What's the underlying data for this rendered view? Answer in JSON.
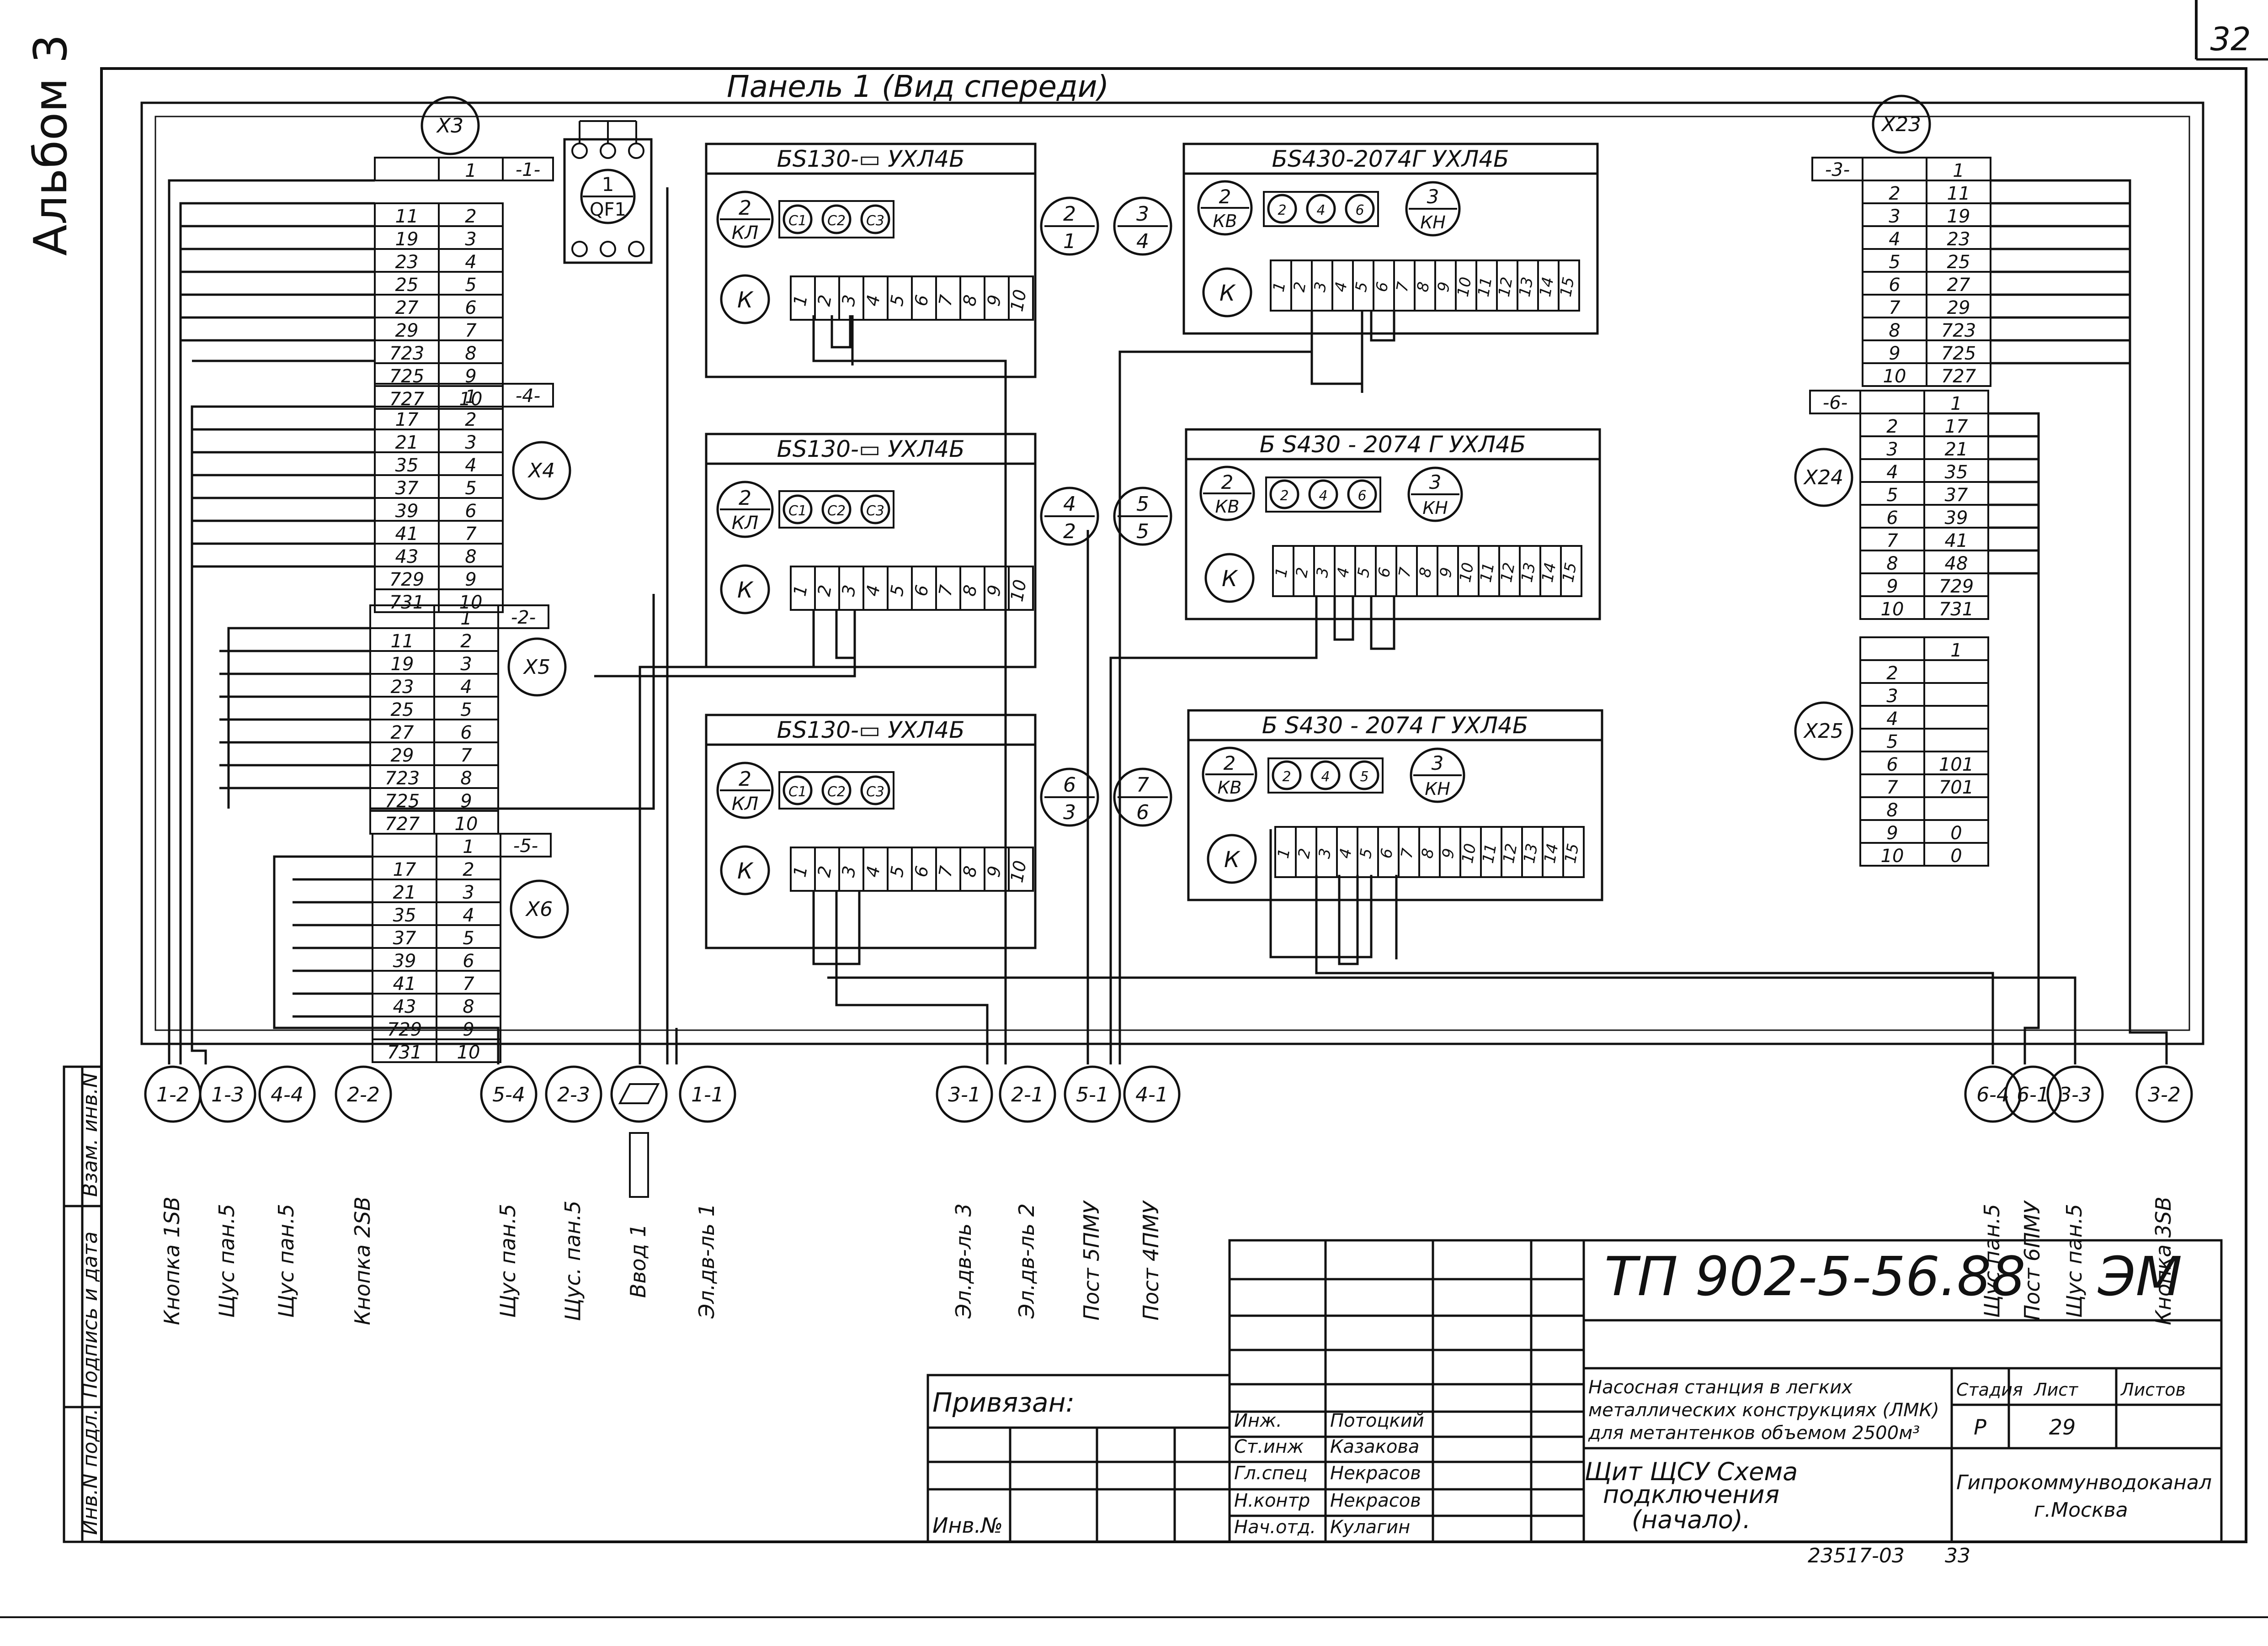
{
  "sheet_number": "32",
  "album_label": "Альбом 3",
  "panel_title": "Панель 1 (Вид спереди)",
  "side_labels": [
    "Инв.N подл.",
    "Подпись и дата",
    "Взам. инв.N"
  ],
  "qf1": {
    "number": "1",
    "label": "QF1"
  },
  "connectors_top_left": [
    {
      "id": "X3"
    }
  ],
  "terminal_blocks": [
    {
      "id": "tb1",
      "header": "-1-",
      "rows": [
        [
          "",
          ""
        ],
        [
          "11",
          "2"
        ],
        [
          "19",
          "3"
        ],
        [
          "23",
          "4"
        ],
        [
          "25",
          "5"
        ],
        [
          "27",
          "6"
        ],
        [
          "29",
          "7"
        ],
        [
          "723",
          "8"
        ],
        [
          "725",
          "9"
        ],
        [
          "727",
          "10"
        ]
      ],
      "connector": "X3",
      "header_first": "1"
    },
    {
      "id": "tb4",
      "header": "-4-",
      "header_first": "1",
      "rows": [
        [
          "17",
          "2"
        ],
        [
          "21",
          "3"
        ],
        [
          "35",
          "4"
        ],
        [
          "37",
          "5"
        ],
        [
          "39",
          "6"
        ],
        [
          "41",
          "7"
        ],
        [
          "43",
          "8"
        ],
        [
          "729",
          "9"
        ],
        [
          "731",
          "10"
        ]
      ],
      "connector": "X4"
    },
    {
      "id": "tb2",
      "header": "-2-",
      "header_first": "1",
      "rows": [
        [
          "11",
          "2"
        ],
        [
          "19",
          "3"
        ],
        [
          "23",
          "4"
        ],
        [
          "25",
          "5"
        ],
        [
          "27",
          "6"
        ],
        [
          "29",
          "7"
        ],
        [
          "723",
          "8"
        ],
        [
          "725",
          "9"
        ],
        [
          "727",
          "10"
        ]
      ],
      "connector": "X5"
    },
    {
      "id": "tb5",
      "header": "-5-",
      "header_first": "1",
      "rows": [
        [
          "17",
          "2"
        ],
        [
          "21",
          "3"
        ],
        [
          "35",
          "4"
        ],
        [
          "37",
          "5"
        ],
        [
          "39",
          "6"
        ],
        [
          "41",
          "7"
        ],
        [
          "43",
          "8"
        ],
        [
          "729",
          "9"
        ],
        [
          "731",
          "10"
        ]
      ],
      "connector": "X6"
    },
    {
      "id": "tb3",
      "header": "-3-",
      "header_first": "1",
      "rows": [
        [
          "2",
          "11"
        ],
        [
          "3",
          "19"
        ],
        [
          "4",
          "23"
        ],
        [
          "5",
          "25"
        ],
        [
          "6",
          "27"
        ],
        [
          "7",
          "29"
        ],
        [
          "8",
          "723"
        ],
        [
          "9",
          "725"
        ],
        [
          "10",
          "727"
        ]
      ],
      "connector": "X23"
    },
    {
      "id": "tb6",
      "header": "-6-",
      "header_first": "1",
      "rows": [
        [
          "2",
          "17"
        ],
        [
          "3",
          "21"
        ],
        [
          "4",
          "35"
        ],
        [
          "5",
          "37"
        ],
        [
          "6",
          "39"
        ],
        [
          "7",
          "41"
        ],
        [
          "8",
          "48"
        ],
        [
          "9",
          "729"
        ],
        [
          "10",
          "731"
        ]
      ],
      "connector": "X24"
    },
    {
      "id": "tb7",
      "header": "",
      "header_first": "1",
      "rows": [
        [
          "2",
          ""
        ],
        [
          "3",
          ""
        ],
        [
          "4",
          ""
        ],
        [
          "5",
          ""
        ],
        [
          "6",
          "101"
        ],
        [
          "7",
          "701"
        ],
        [
          "8",
          ""
        ],
        [
          "9",
          "0"
        ],
        [
          "10",
          "0"
        ]
      ],
      "connector": "X25"
    }
  ],
  "relay_modules": [
    {
      "title": "БS130-▭ УХЛ4Б",
      "coil": "2 / КЛ",
      "contacts": [
        "С1",
        "С2",
        "С3"
      ],
      "k": "К",
      "pins": [
        "1",
        "2",
        "3",
        "4",
        "5",
        "6",
        "7",
        "8",
        "9",
        "10"
      ],
      "side_circles": [
        [
          "2",
          "1"
        ],
        [
          "3",
          "4"
        ]
      ]
    },
    {
      "title": "БS130-▭ УХЛ4Б",
      "coil": "2 / КЛ",
      "contacts": [
        "С1",
        "С2",
        "С3"
      ],
      "k": "К",
      "pins": [
        "1",
        "2",
        "3",
        "4",
        "5",
        "6",
        "7",
        "8",
        "9",
        "10"
      ],
      "side_circles": [
        [
          "4",
          "2"
        ],
        [
          "5",
          "5"
        ]
      ]
    },
    {
      "title": "БS130-▭ УХЛ4Б",
      "coil": "2 / КЛ",
      "contacts": [
        "С1",
        "С2",
        "С3"
      ],
      "k": "К",
      "pins": [
        "1",
        "2",
        "3",
        "4",
        "5",
        "6",
        "7",
        "8",
        "9",
        "10"
      ],
      "side_circles": [
        [
          "6",
          "3"
        ],
        [
          "7",
          "6"
        ]
      ]
    }
  ],
  "contactor_modules": [
    {
      "title": "БS430-2074Г УХЛ4Б",
      "coil": "2 / КВ",
      "contacts": [
        "2",
        "4",
        "6"
      ],
      "kn": "3 / КН",
      "k": "К",
      "pins": [
        "1",
        "2",
        "3",
        "4",
        "5",
        "6",
        "7",
        "8",
        "9",
        "10",
        "11",
        "12",
        "13",
        "14",
        "15"
      ]
    },
    {
      "title": "Б S430 - 2074 Г УХЛ4Б",
      "coil": "2 / КВ",
      "contacts": [
        "2",
        "4",
        "6"
      ],
      "kn": "3 / КН",
      "k": "К",
      "pins": [
        "1",
        "2",
        "3",
        "4",
        "5",
        "6",
        "7",
        "8",
        "9",
        "10",
        "11",
        "12",
        "13",
        "14",
        "15"
      ]
    },
    {
      "title": "Б S430 - 2074 Г УХЛ4Б",
      "coil": "2 / КВ",
      "contacts": [
        "2",
        "4",
        "5"
      ],
      "kn": "3 / КН",
      "k": "К",
      "pins": [
        "1",
        "2",
        "3",
        "4",
        "5",
        "6",
        "7",
        "8",
        "9",
        "10",
        "11",
        "12",
        "13",
        "14",
        "15"
      ]
    }
  ],
  "bottom_terminals": [
    {
      "id": "1-2",
      "label": "Кнопка 1SB"
    },
    {
      "id": "1-3",
      "label": "Щус пан.5"
    },
    {
      "id": "4-4",
      "label": "Щус пан.5"
    },
    {
      "id": "2-2",
      "label": "Кнопка 2SB"
    },
    {
      "id": "5-4",
      "label": "Щус пан.5"
    },
    {
      "id": "2-3",
      "label": "Щус. пан.5"
    },
    {
      "id": "",
      "label": "Ввод 1"
    },
    {
      "id": "1-1",
      "label": "Эл.дв-ль 1"
    },
    {
      "id": "3-1",
      "label": "Эл.дв-ль 3"
    },
    {
      "id": "2-1",
      "label": "Эл.дв-ль 2"
    },
    {
      "id": "5-1",
      "label": "Пост 5ПМУ"
    },
    {
      "id": "4-1",
      "label": "Пост 4ПМУ"
    },
    {
      "id": "6-4",
      "label": "Щус пан.5"
    },
    {
      "id": "6-1",
      "label": "Пост 6ПМУ"
    },
    {
      "id": "3-3",
      "label": "Щус пан.5"
    },
    {
      "id": "3-2",
      "label": "Кнопка 3SB"
    }
  ],
  "title_block": {
    "doc_code": "ТП 902-5-56.88",
    "mark": "ЭМ",
    "privyazan": "Привязан:",
    "inv_no": "Инв.№",
    "description": [
      "Насосная станция в легких",
      "металлических конструкциях (ЛМК)",
      "для метантенков объемом 2500м³"
    ],
    "sheet_title": [
      "Щит ЩСУ Схема",
      "подключения",
      "(начало)."
    ],
    "stage_header": "Стадия",
    "sheet_header": "Лист",
    "sheets_header": "Листов",
    "stage": "Р",
    "sheet": "29",
    "organization": [
      "Гипрокоммунводоканал",
      "г.Москва"
    ],
    "signatures": [
      {
        "role": "Инж.",
        "name": "Потоцкий"
      },
      {
        "role": "Ст.инж",
        "name": "Казакова"
      },
      {
        "role": "Гл.спец",
        "name": "Некрасов"
      },
      {
        "role": "Н.контр",
        "name": "Некрасов"
      },
      {
        "role": "Нач.отд.",
        "name": "Кулагин"
      }
    ],
    "order_no": "23517-03",
    "page_no": "33"
  }
}
